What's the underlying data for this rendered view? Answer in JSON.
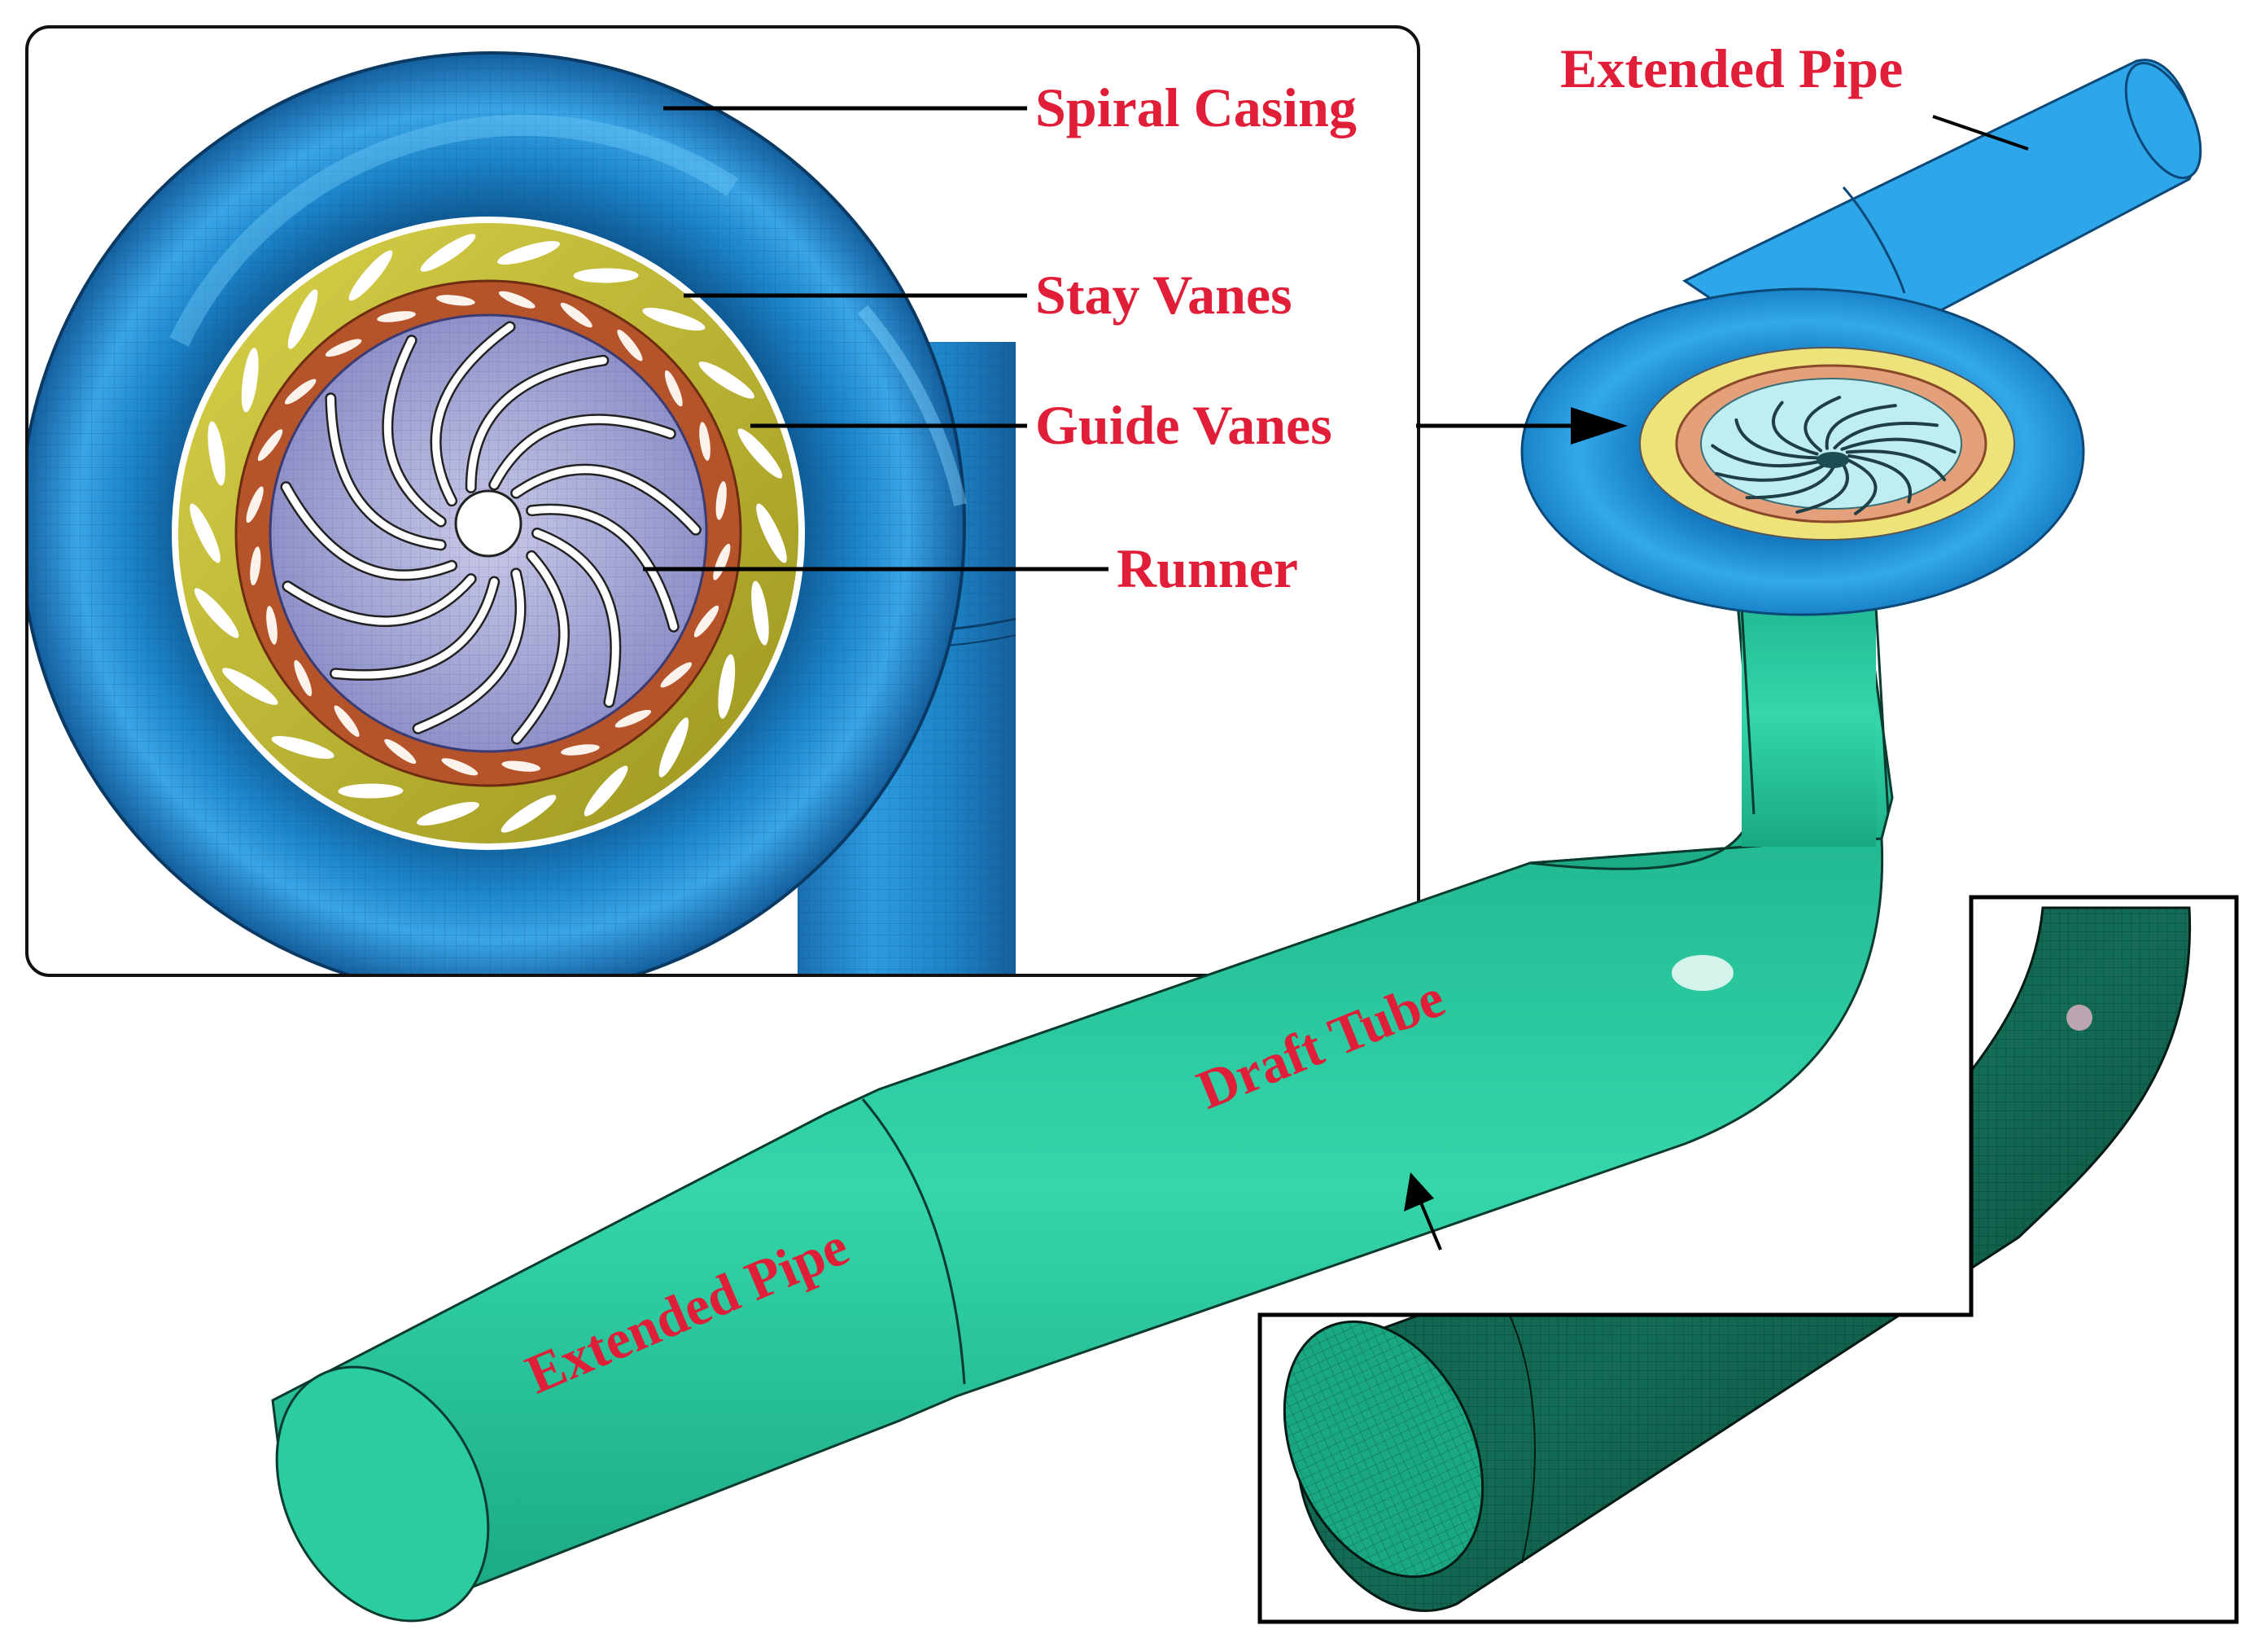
{
  "labels": {
    "spiral_casing": "Spiral Casing",
    "stay_vanes": "Stay Vanes",
    "guide_vanes": "Guide Vanes",
    "runner": "Runner",
    "extended_pipe_top": "Extended Pipe",
    "draft_tube": "Draft Tube",
    "extended_pipe_bottom": "Extended Pipe"
  },
  "colors": {
    "label": "#e01e37",
    "spiral_casing": "#1f8fd6",
    "stay_vanes": "#c9c23a",
    "guide_vanes": "#b5532a",
    "runner": "#9a9bd3",
    "runner_3d": "#bfeef2",
    "draft_tube": "#2bcca0",
    "draft_tube_mesh": "#0f5a48",
    "frame": "#111111"
  },
  "counts": {
    "stay_vanes": 22,
    "guide_vanes": 24,
    "runner_blades": 13
  }
}
